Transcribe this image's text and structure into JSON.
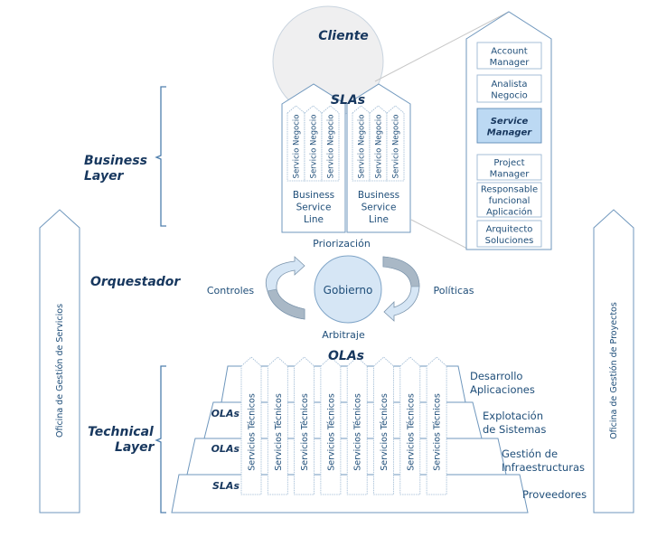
{
  "top": {
    "client_label": "Cliente",
    "slas_label": "SLAs"
  },
  "business_lines": [
    {
      "services": [
        "Servicio Negocio",
        "Servicio Negocio",
        "Servicio Negocio"
      ],
      "label_lines": [
        "Business",
        "Service",
        "Line"
      ]
    },
    {
      "services": [
        "Servicio Negocio",
        "Servicio Negocio",
        "Servicio Negocio"
      ],
      "label_lines": [
        "Business",
        "Service",
        "Line"
      ]
    }
  ],
  "roles": [
    {
      "lines": [
        "Account",
        "Manager"
      ],
      "highlighted": false
    },
    {
      "lines": [
        "Analista",
        "Negocio"
      ],
      "highlighted": false
    },
    {
      "lines": [
        "Service",
        "Manager"
      ],
      "highlighted": true
    },
    {
      "lines": [
        "Project",
        "Manager"
      ],
      "highlighted": false
    },
    {
      "lines": [
        "Responsable",
        "funcional",
        "Aplicación"
      ],
      "highlighted": false
    },
    {
      "lines": [
        "Arquitecto",
        "Soluciones"
      ],
      "highlighted": false
    }
  ],
  "layers": {
    "business": [
      "Business",
      "Layer"
    ],
    "orchestrator": "Orquestador",
    "technical": [
      "Technical",
      "Layer"
    ]
  },
  "governance": {
    "center": "Gobierno",
    "top": "Priorización",
    "bottom": "Arbitraje",
    "left": "Controles",
    "right": "Políticas"
  },
  "technical": {
    "top_label": "OLAs",
    "tier_labels": [
      "OLAs",
      "OLAs",
      "SLAs"
    ],
    "tiers": [
      [
        "Desarrollo",
        "Aplicaciones"
      ],
      [
        "Explotación",
        "de Sistemas"
      ],
      [
        "Gestión de",
        "Infraestructuras"
      ],
      [
        "Proveedores"
      ]
    ],
    "services": [
      "Servicios Técnicos",
      "Servicios Técnicos",
      "Servicios Técnicos",
      "Servicios Técnicos",
      "Servicios Técnicos",
      "Servicios Técnicos",
      "Servicios Técnicos",
      "Servicios Técnicos"
    ]
  },
  "side_offices": {
    "left": "Oficina de Gestión de Servicios",
    "right": "Oficina de Gestión de Proyectos"
  },
  "colors": {
    "text": "#1f4e79",
    "outline": "#6f97bd",
    "highlight": "#bcd9f3",
    "circle_client": "#efeff0",
    "circle_gov": "#d6e6f5"
  }
}
